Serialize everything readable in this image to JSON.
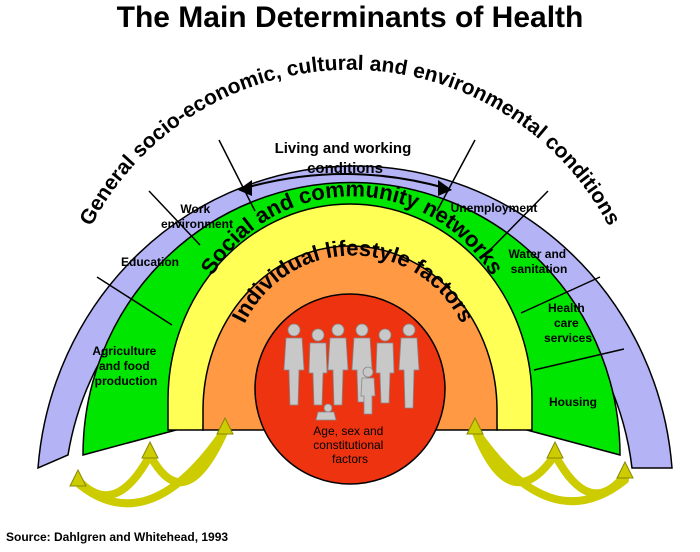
{
  "title": "The Main Determinants of Health",
  "source": "Source: Dahlgren and Whitehead, 1993",
  "layers": {
    "outer": "General socio-economic, cultural and environmental conditions",
    "social": "Social and community networks",
    "lifestyle": "Individual lifestyle factors",
    "core": [
      "Age, sex and",
      "constitutional",
      "factors"
    ]
  },
  "sectors": {
    "agriculture": [
      "Agriculture",
      "and food",
      "production"
    ],
    "education": [
      "Education"
    ],
    "work": [
      "Work",
      "environment"
    ],
    "living": [
      "Living and working",
      "conditions"
    ],
    "unemployment": [
      "Unemployment"
    ],
    "water": [
      "Water and",
      "sanitation"
    ],
    "health": [
      "Health",
      "care",
      "services"
    ],
    "housing": [
      "Housing"
    ]
  },
  "colors": {
    "outer": "#b3b3f5",
    "green": "#00e600",
    "yellow": "#ffff55",
    "orange": "#ff9944",
    "red": "#ee3311",
    "arrows": "#cccc00",
    "figures": "#c8c8c8"
  }
}
